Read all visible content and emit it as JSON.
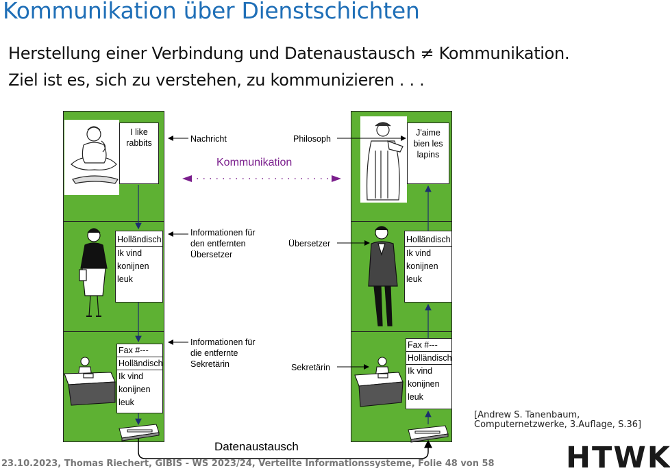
{
  "slide": {
    "title": "Kommunikation über Dienstschichten",
    "line1_before": "Herstellung einer Verbindung und Datenaustausch",
    "line1_symbol": "≠",
    "line1_after": "Kommunikation.",
    "line2": "Ziel ist es, sich zu verstehen, zu kommunizieren . . ."
  },
  "diagram": {
    "left_msg": [
      "I like",
      "rabbits"
    ],
    "right_msg": [
      "J'aime",
      "bien les",
      "lapins"
    ],
    "translation": [
      "Holländisch",
      "Ik vind",
      "konijnen",
      "leuk"
    ],
    "fax": [
      "Fax #---",
      "Holländisch",
      "Ik vind",
      "konijnen",
      "leuk"
    ],
    "label_nachricht": "Nachricht",
    "label_philosoph": "Philosoph",
    "label_kommunikation": "Kommunikation",
    "label_info_uebersetzer": "Informationen für\nden entfernten\nÜbersetzer",
    "label_uebersetzer": "Übersetzer",
    "label_info_sekretaerin": "Informationen für\ndie entfernte\nSekretärin",
    "label_sekretaerin": "Sekretärin",
    "label_datenaustausch": "Datenaustausch"
  },
  "citation": "[Andrew S. Tanenbaum,\nComputernetzwerke, 3.Auflage, S.36]",
  "footer": "23.10.2023, Thomas Riechert, GIBIS - WS 2023/24, Verteilte Informationssysteme, Folie 48 von 58",
  "logo": "HTWK"
}
